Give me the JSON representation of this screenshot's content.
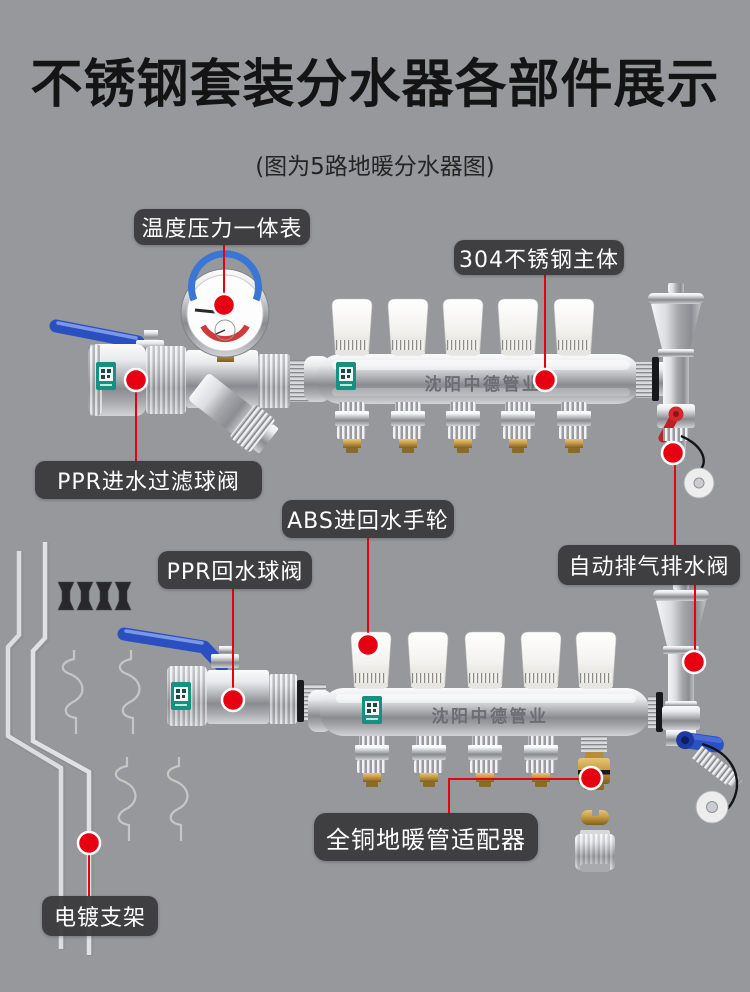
{
  "header": {
    "title": "不锈钢套装分水器各部件展示",
    "subtitle": "(图为5路地暖分水器图)"
  },
  "callouts": {
    "gauge": "温度压力一体表",
    "main_body": "304不锈钢主体",
    "inlet_valve": "PPR进水过滤球阀",
    "handwheel": "ABS进回水手轮",
    "return_valve": "PPR回水球阀",
    "air_vent": "自动排气排水阀",
    "pipe_adapter": "全铜地暖管适配器",
    "bracket": "电镀支架"
  },
  "product": {
    "brand_text": "沈阳中德管业"
  },
  "colors": {
    "background": "#97989b",
    "callout_bg": "#3a3a3c",
    "callout_text": "#ffffff",
    "leader_red": "#e60012",
    "handle_blue": "#2a4fc0",
    "brass": "#c89c44",
    "title_color": "#141414"
  }
}
